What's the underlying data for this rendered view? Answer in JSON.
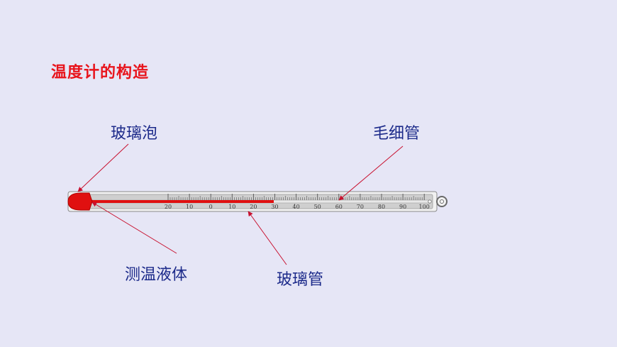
{
  "title": "温度计的构造",
  "labels": {
    "bulb": "玻璃泡",
    "capillary": "毛细管",
    "liquid": "测温液体",
    "tube": "玻璃管"
  },
  "scale": {
    "ticks": [
      "20",
      "10",
      "0",
      "10",
      "20",
      "30",
      "40",
      "50",
      "60",
      "70",
      "80",
      "90",
      "100"
    ],
    "reading_label": "30"
  },
  "colors": {
    "title": "#e8141c",
    "label": "#1c2a8a",
    "liquid": "#e01010",
    "arrow": "#c8102e",
    "tube": "#d4d4d4",
    "background": "#e6e6f6"
  }
}
